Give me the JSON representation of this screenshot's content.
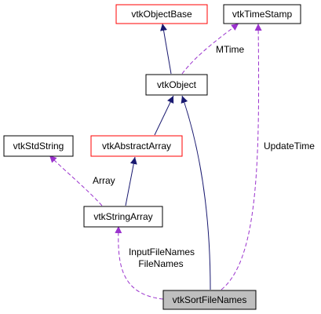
{
  "nodes": {
    "object_base": {
      "label": "vtkObjectBase",
      "border": "#ff0000",
      "fill": "#ffffff"
    },
    "time_stamp": {
      "label": "vtkTimeStamp",
      "border": "#000000",
      "fill": "#ffffff"
    },
    "object": {
      "label": "vtkObject",
      "border": "#000000",
      "fill": "#ffffff"
    },
    "std_string": {
      "label": "vtkStdString",
      "border": "#000000",
      "fill": "#ffffff"
    },
    "abstract_array": {
      "label": "vtkAbstractArray",
      "border": "#ff0000",
      "fill": "#ffffff"
    },
    "string_array": {
      "label": "vtkStringArray",
      "border": "#000000",
      "fill": "#ffffff"
    },
    "sort_file_names": {
      "label": "vtkSortFileNames",
      "border": "#000000",
      "fill": "#bfbfbf"
    }
  },
  "edge_labels": {
    "mtime": "MTime",
    "update_time": "UpdateTime",
    "array": "Array",
    "input_file_names": "InputFileNames",
    "file_names": "FileNames"
  },
  "colors": {
    "inheritance": "#191970",
    "usage": "#9a32cd"
  }
}
